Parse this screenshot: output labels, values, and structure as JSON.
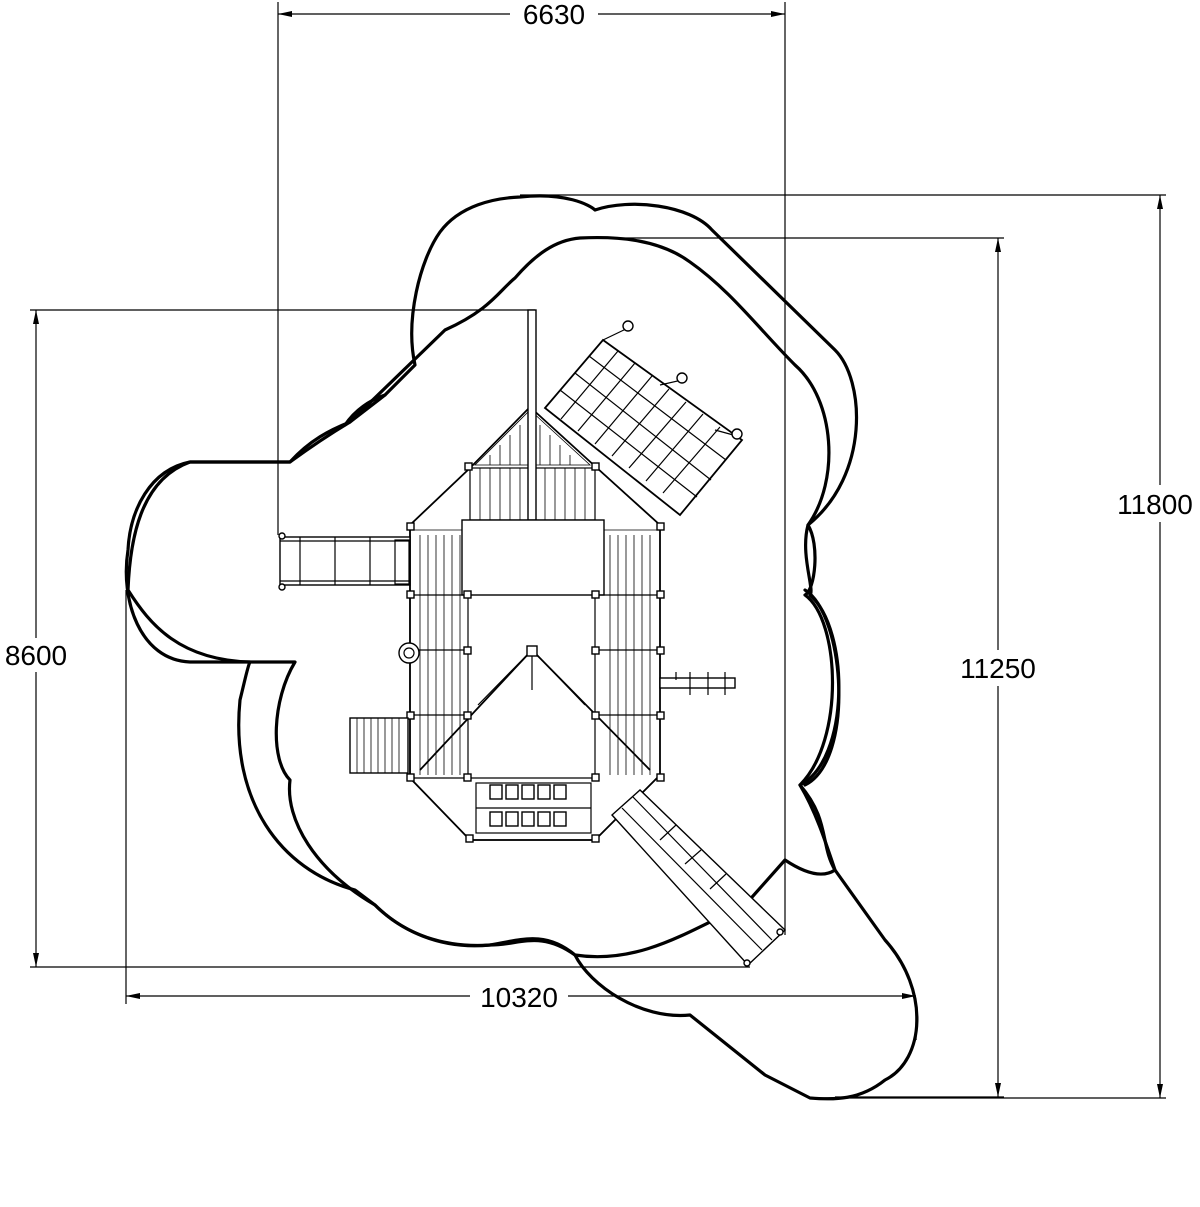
{
  "dimensions": {
    "top_width": "6630",
    "left_height": "8600",
    "inner_height": "11250",
    "outer_height": "11800",
    "bottom_width": "10320"
  }
}
